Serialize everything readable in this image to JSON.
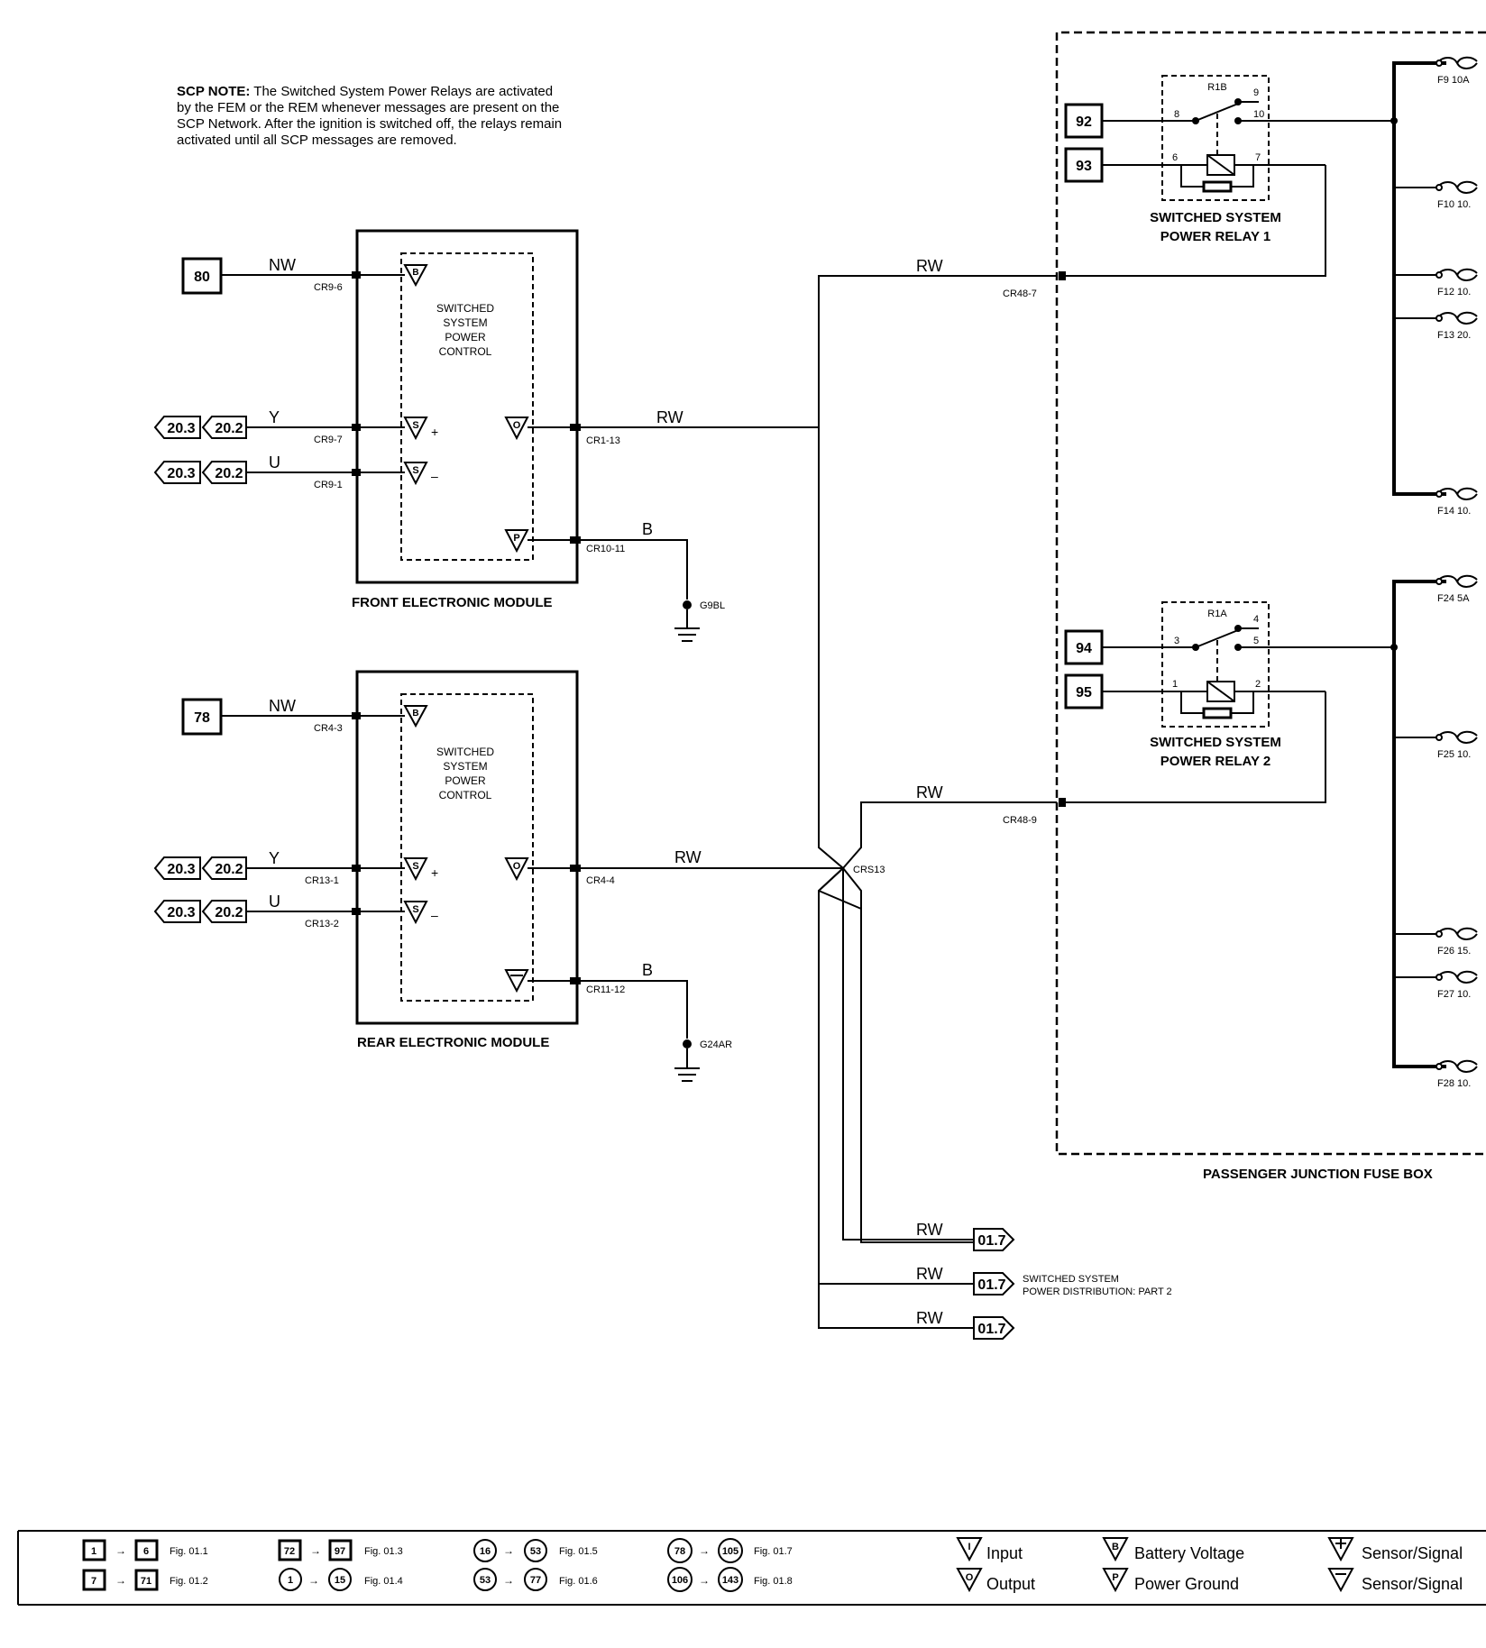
{
  "note": {
    "prefix": "SCP NOTE:",
    "lines": [
      " The Switched System Power Relays are activated",
      "by the FEM or the REM whenever messages are present on the",
      "SCP Network. After the ignition is switched off, the relays remain",
      "activated until all SCP messages are removed."
    ]
  },
  "refs": {
    "fem_input": "80",
    "rem_input": "78",
    "relay1_a": "92",
    "relay1_b": "93",
    "relay2_a": "94",
    "relay2_b": "95"
  },
  "chevrons": {
    "a": "20.3",
    "b": "20.2",
    "out": "01.7"
  },
  "wires": {
    "nw": "NW",
    "y": "Y",
    "u": "U",
    "rw": "RW",
    "b": "B"
  },
  "connectors": {
    "cr9_6": "CR9-6",
    "cr9_7": "CR9-7",
    "cr9_1": "CR9-1",
    "cr1_13": "CR1-13",
    "cr10_11": "CR10-11",
    "cr4_3": "CR4-3",
    "cr13_1": "CR13-1",
    "cr13_2": "CR13-2",
    "cr4_4": "CR4-4",
    "cr11_12": "CR11-12",
    "cr48_7": "CR48-7",
    "cr48_9": "CR48-9",
    "crs13": "CRS13"
  },
  "grounds": {
    "fem": "G9BL",
    "rem": "G24AR"
  },
  "modules": {
    "fem_title": "FRONT ELECTRONIC  MODULE",
    "rem_title": "REAR ELECTRONIC MODULE",
    "inner": [
      "SWITCHED",
      "SYSTEM",
      "POWER",
      "CONTROL"
    ]
  },
  "relays": {
    "r1_id": "R1B",
    "r1_pins": [
      "8",
      "9",
      "10",
      "6",
      "7"
    ],
    "r1_title": [
      "SWITCHED SYSTEM",
      "POWER RELAY 1"
    ],
    "r2_id": "R1A",
    "r2_pins": [
      "3",
      "4",
      "5",
      "1",
      "2"
    ],
    "r2_title": [
      "SWITCHED SYSTEM",
      "POWER RELAY 2"
    ]
  },
  "fuses": [
    "F9 10A",
    "F10 10.",
    "F12 10.",
    "F13 20.",
    "F14 10.",
    "F24 5A",
    "F25 10.",
    "F26 15.",
    "F27 10.",
    "F28 10."
  ],
  "junction_title": "PASSENGER JUNCTION FUSE BOX",
  "out_label": [
    "SWITCHED SYSTEM",
    "POWER DISTRIBUTION: PART 2"
  ],
  "legend": {
    "ranges": [
      {
        "from": "1",
        "to": "6",
        "fig": "Fig. 01.1"
      },
      {
        "from": "7",
        "to": "71",
        "fig": "Fig. 01.2"
      },
      {
        "from": "72",
        "to": "97",
        "fig": "Fig. 01.3"
      },
      {
        "from": "1",
        "to": "15",
        "fig": "Fig. 01.4"
      },
      {
        "from": "16",
        "to": "53",
        "fig": "Fig. 01.5"
      },
      {
        "from": "53",
        "to": "77",
        "fig": "Fig. 01.6"
      },
      {
        "from": "78",
        "to": "105",
        "fig": "Fig. 01.7"
      },
      {
        "from": "106",
        "to": "143",
        "fig": "Fig. 01.8"
      }
    ],
    "symbols": {
      "input": "Input",
      "output": "Output",
      "battery": "Battery Voltage",
      "ground": "Power Ground",
      "sensor_pos": "Sensor/Signal",
      "sensor_neg": "Sensor/Signal"
    },
    "sym_letters": {
      "input": "I",
      "output": "O",
      "battery": "B",
      "ground": "P",
      "s": "S"
    }
  }
}
